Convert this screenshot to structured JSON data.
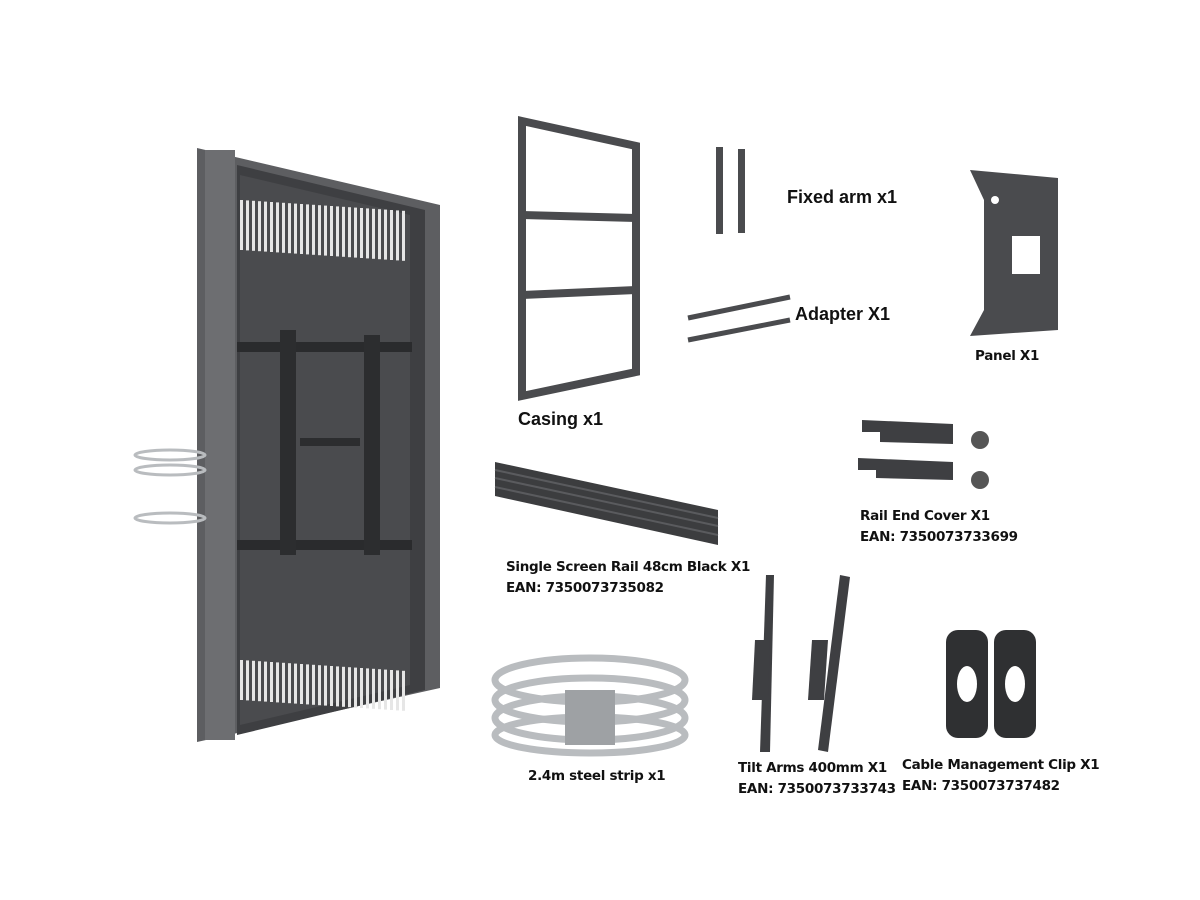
{
  "parts": {
    "fixed_arm": {
      "name": "Fixed arm x1"
    },
    "adapter": {
      "name": "Adapter X1"
    },
    "casing": {
      "name": "Casing x1"
    },
    "panel": {
      "name": "Panel X1"
    },
    "rail_end_cover": {
      "name": "Rail End Cover X1",
      "ean": "EAN: 7350073733699"
    },
    "rail": {
      "name": "Single Screen Rail 48cm Black X1",
      "ean": "EAN: 7350073735082"
    },
    "steel_strip": {
      "name": "2.4m steel strip x1"
    },
    "tilt_arms": {
      "name": "Tilt Arms 400mm X1",
      "ean": "EAN: 7350073733743"
    },
    "cable_clip": {
      "name": "Cable Management Clip X1",
      "ean": "EAN: 7350073737482"
    }
  },
  "colors": {
    "metal_dark": "#3c3d3f",
    "metal_mid": "#58595c",
    "steel": "#b9bcbf"
  }
}
